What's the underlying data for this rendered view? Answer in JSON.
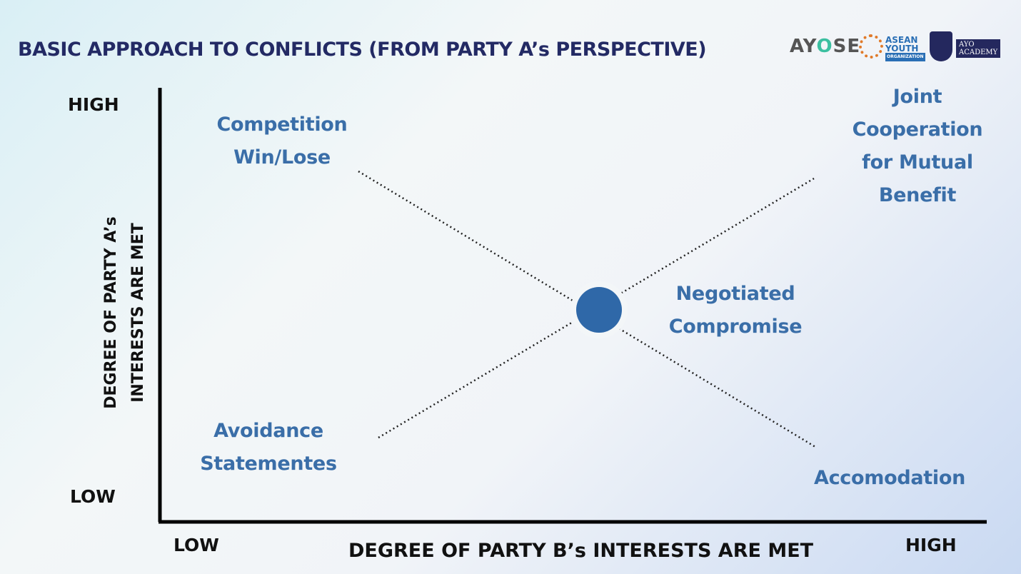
{
  "title": "BASIC APPROACH TO CONFLICTS (FROM PARTY A’s PERSPECTIVE)",
  "logos": {
    "ayose": "AYOSE",
    "asean_line1": "ASEAN",
    "asean_line2": "YOUTH",
    "asean_org": "ORGANIZATION",
    "ayo_line1": "AYO",
    "ayo_line2": "ACADEMY"
  },
  "y_axis": {
    "label_line1": "DEGREE OF PARTY A’s",
    "label_line2": "INTERESTS ARE MET",
    "high": "HIGH",
    "low": "LOW"
  },
  "x_axis": {
    "label": "DEGREE OF PARTY B’s INTERESTS ARE MET",
    "low": "LOW",
    "high": "HIGH"
  },
  "quadrants": {
    "competition": [
      "Competition",
      "Win/Lose"
    ],
    "cooperation": [
      "Joint",
      "Cooperation",
      "for Mutual",
      "Benefit"
    ],
    "compromise": [
      "Negotiated",
      "Compromise"
    ],
    "avoidance": [
      "Avoidance",
      "Statementes"
    ],
    "accommodation": [
      "Accomodation"
    ]
  },
  "colors": {
    "title": "#232a64",
    "label": "#3a6ea8",
    "dot": "#2f68a8"
  }
}
